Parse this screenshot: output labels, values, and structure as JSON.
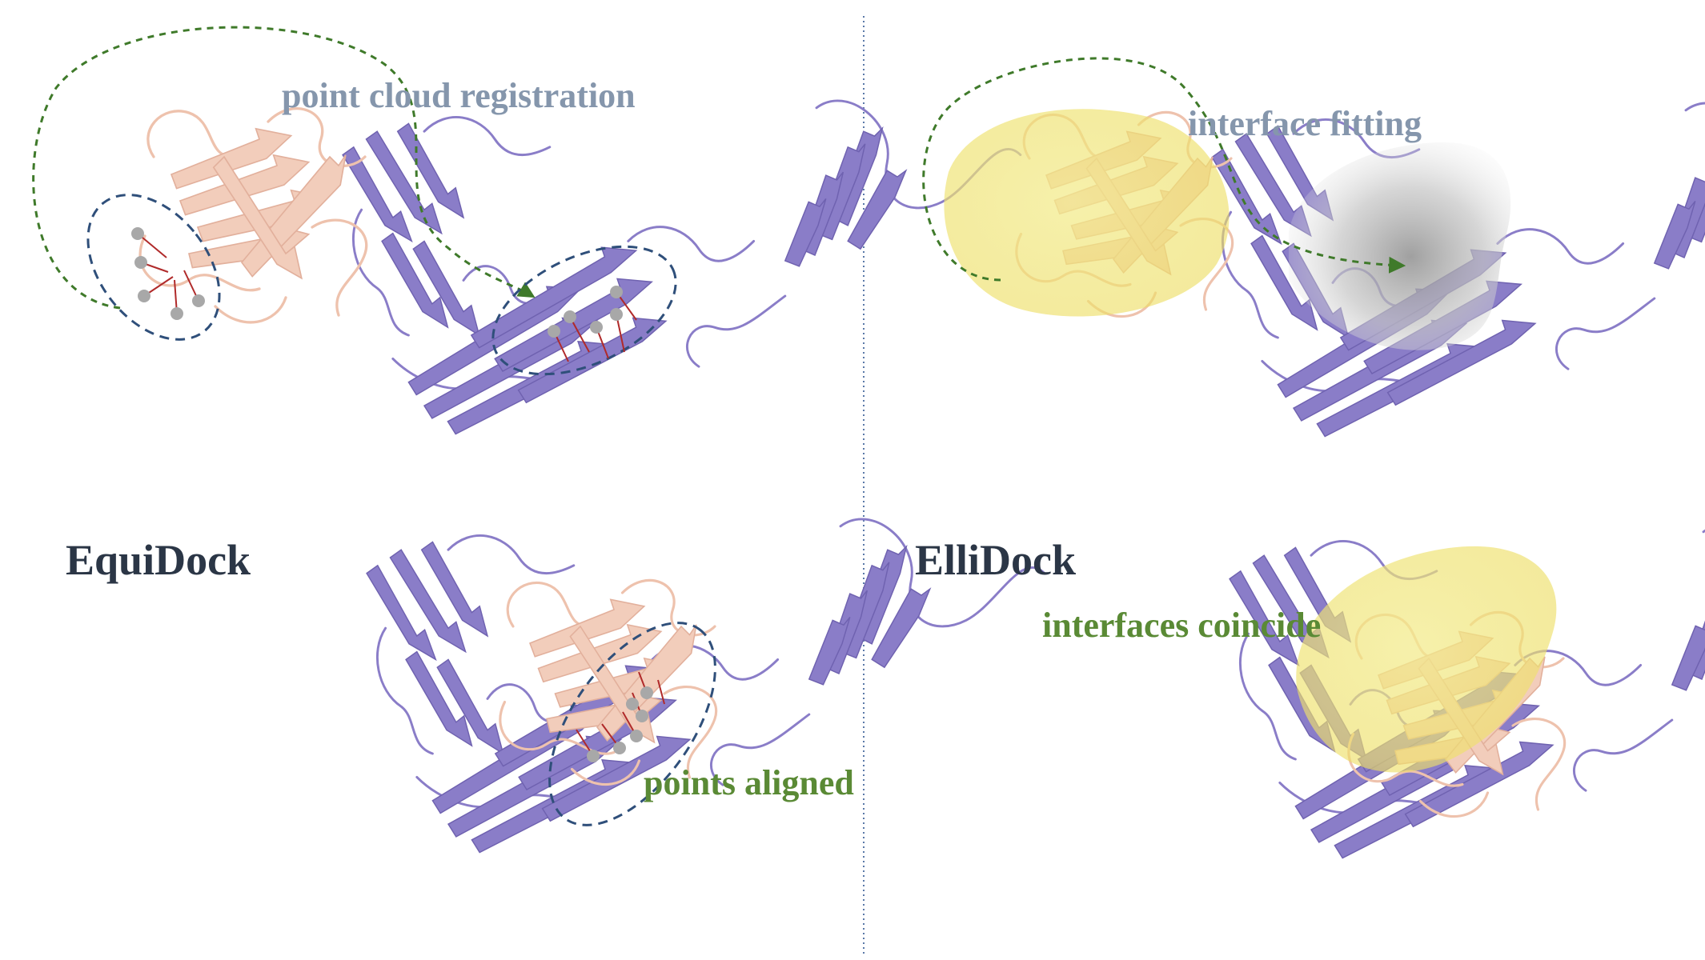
{
  "labels": {
    "equidock": "EquiDock",
    "ellidock": "ElliDock",
    "point_cloud_registration": "point cloud registration",
    "points_aligned": "points aligned",
    "interface_fitting": "interface fitting",
    "interfaces_coincide": "interfaces coincide"
  },
  "colors": {
    "receptor": "#8a7dc8",
    "receptor_dark": "#6f62b0",
    "ligand": "#f2cdbb",
    "ligand_dark": "#e2b09c",
    "point": "#a8a8a8",
    "match_line": "#b02a2a",
    "dashed_blue": "#2f4f7a",
    "dashed_green": "#3f7a2a",
    "ellipsoid": "#f0e66a",
    "gray_surface": "#bdbdbd",
    "divider": "#5a79a8"
  }
}
